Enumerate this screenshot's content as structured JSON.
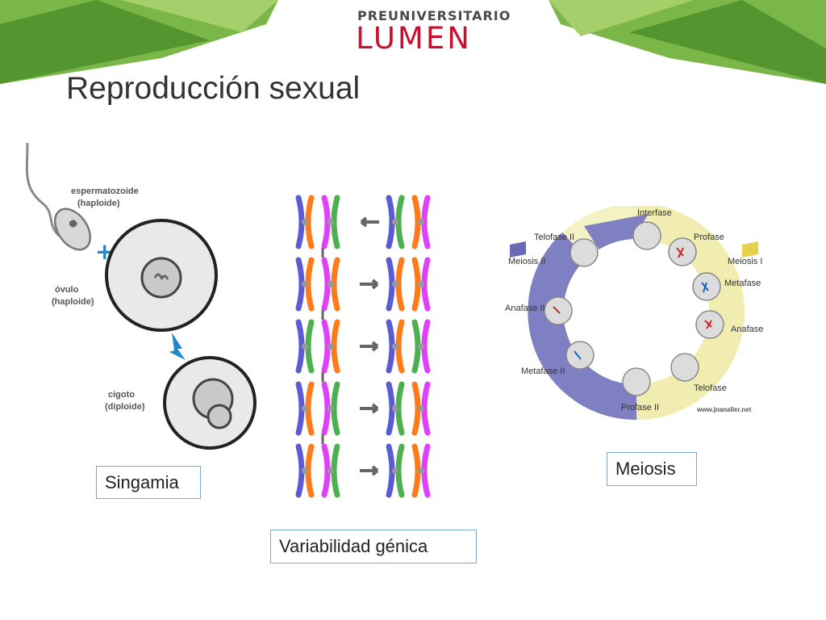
{
  "slide": {
    "title": "Reproducción sexual",
    "logo": {
      "line1": "PREUNIVERSITARIO",
      "line2": "LUMEN"
    },
    "colors": {
      "banner_green": "#7ab648",
      "banner_dark": "#4f8f2c",
      "logo_red": "#c8102e",
      "box_border": "#7da7cf"
    }
  },
  "singamia": {
    "label": "Singamia",
    "sperm_label_1": "espermatozoide",
    "sperm_label_2": "(haploide)",
    "plus": "+",
    "ovule_label_1": "óvulo",
    "ovule_label_2": "(haploide)",
    "zygote_label_1": "cigoto",
    "zygote_label_2": "(diploide)"
  },
  "variabilidad": {
    "label": "Variabilidad génica"
  },
  "meiosis": {
    "label": "Meiosis",
    "phases": {
      "interfase": "Interfase",
      "profase": "Profase",
      "metafase": "Metafase",
      "anafase": "Anafase",
      "telofase": "Telofase",
      "profase_ii": "Profase II",
      "metafase_ii": "Metafase II",
      "anafase_ii": "Anafase II",
      "telofase_ii": "Telofase II"
    },
    "meiosis_i": "Meiosis I",
    "meiosis_ii": "Meiosis II",
    "credit": "www.jnanaller.net"
  }
}
